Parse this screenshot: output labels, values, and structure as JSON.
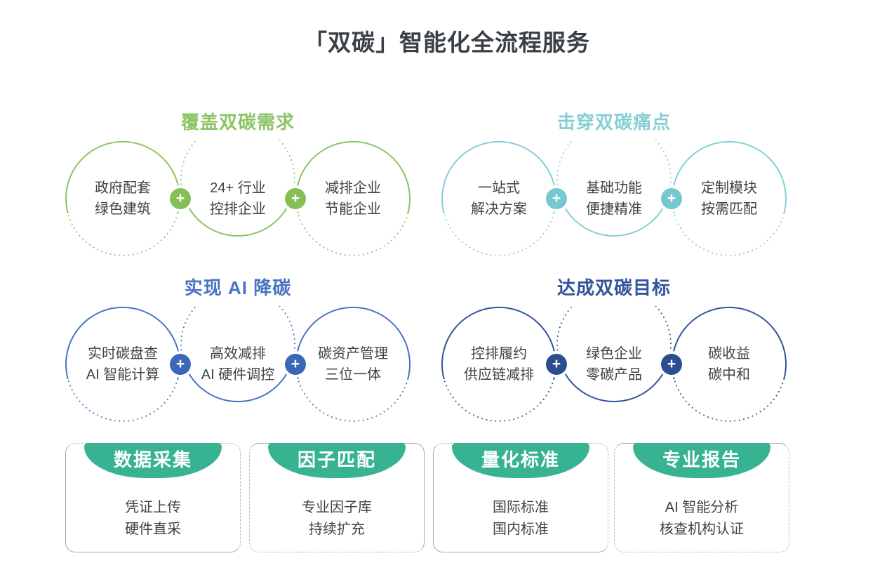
{
  "page_title": "「双碳」智能化全流程服务",
  "plus_label": "+",
  "colors": {
    "title_text": "#3b4046",
    "body_text": "#3e4347",
    "card_border": "#a4a9ad",
    "card_badge": "#37b392",
    "section_green": "#8cc466",
    "section_teal": "#85cfd5",
    "section_blue": "#4a73c2",
    "section_navy": "#32549a"
  },
  "sections": [
    {
      "title": "覆盖双碳需求",
      "color": "#8cc466",
      "plus_color": "#85bf58",
      "circles": [
        {
          "lines": [
            "政府配套",
            "绿色建筑"
          ]
        },
        {
          "lines": [
            "24+ 行业",
            "控排企业"
          ]
        },
        {
          "lines": [
            "减排企业",
            "节能企业"
          ]
        }
      ]
    },
    {
      "title": "击穿双碳痛点",
      "color": "#85cfd5",
      "plus_color": "#74c8cf",
      "circles": [
        {
          "lines": [
            "一站式",
            "解决方案"
          ]
        },
        {
          "lines": [
            "基础功能",
            "便捷精准"
          ]
        },
        {
          "lines": [
            "定制模块",
            "按需匹配"
          ]
        }
      ]
    },
    {
      "title": "实现 AI 降碳",
      "color": "#4a73c2",
      "plus_color": "#3a67b8",
      "circles": [
        {
          "lines": [
            "实时碳盘查",
            "AI 智能计算"
          ]
        },
        {
          "lines": [
            "高效减排",
            "AI 硬件调控"
          ]
        },
        {
          "lines": [
            "碳资产管理",
            "三位一体"
          ]
        }
      ]
    },
    {
      "title": "达成双碳目标",
      "color": "#32549a",
      "plus_color": "#2c4e8f",
      "circles": [
        {
          "lines": [
            "控排履约",
            "供应链减排"
          ]
        },
        {
          "lines": [
            "绿色企业",
            "零碳产品"
          ]
        },
        {
          "lines": [
            "碳收益",
            "碳中和"
          ]
        }
      ]
    }
  ],
  "cards": [
    {
      "title": "数据采集",
      "lines": [
        "凭证上传",
        "硬件直采"
      ]
    },
    {
      "title": "因子匹配",
      "lines": [
        "专业因子库",
        "持续扩充"
      ]
    },
    {
      "title": "量化标准",
      "lines": [
        "国际标准",
        "国内标准"
      ]
    },
    {
      "title": "专业报告",
      "lines": [
        "AI 智能分析",
        "核查机构认证"
      ]
    }
  ]
}
